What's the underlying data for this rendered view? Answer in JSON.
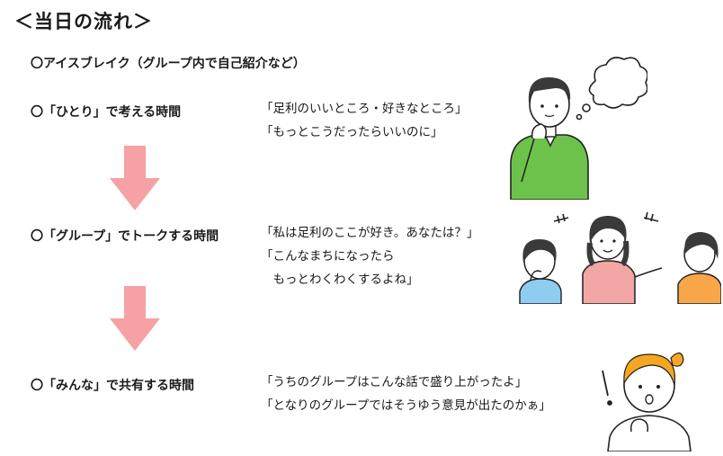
{
  "title": "＜当日の流れ＞",
  "intro": "〇アイスブレイク（グループ内で自己紹介など）",
  "steps": [
    {
      "label": "〇「ひとり」で考える時間",
      "quotes": [
        "「足利のいいところ・好きなところ」",
        "「もっとこうだったらいいのに」"
      ]
    },
    {
      "label": "〇「グループ」でトークする時間",
      "quotes": [
        "「私は足利のここが好き。あなたは？」",
        "「こんなまちになったら",
        "　もっとわくわくするよね」"
      ]
    },
    {
      "label": "〇「みんな」で共有する時間",
      "quotes": [
        "「うちのグループはこんな話で盛り上がったよ」",
        "「となりのグループではそうゆう意見が出たのかぁ」"
      ]
    }
  ],
  "colors": {
    "arrow": "#f6a1a3",
    "shirt_green": "#6cc24a",
    "shirt_pink": "#f2a6a6",
    "shirt_orange": "#f7a64a",
    "shirt_blue": "#8ecdf0",
    "hair_orange": "#f5a623",
    "hair_dark": "#3a3a3a"
  },
  "icons": [
    "thought-bubble-icon",
    "thinking-man-illustration",
    "group-talk-illustration",
    "surprised-woman-illustration",
    "down-arrow-icon"
  ]
}
